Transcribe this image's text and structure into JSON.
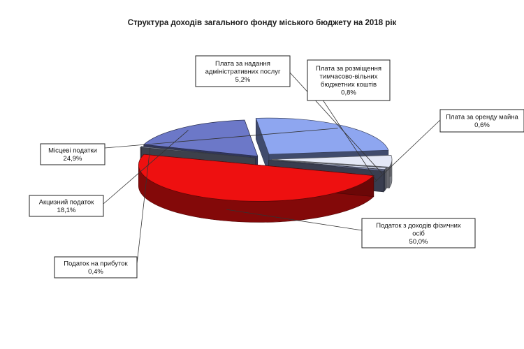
{
  "chart_data": {
    "type": "pie",
    "title": "Структура доходів загального фонду міського бюджету на 2018 рік",
    "slices": [
      {
        "label_lines": [
          "Податок з доходів фізичних",
          "осіб"
        ],
        "value_text": "50,0%",
        "value": 50.0,
        "color": "#ee1010"
      },
      {
        "label_lines": [
          "Податок на прибуток"
        ],
        "value_text": "0,4%",
        "value": 0.4,
        "color": "#8890a8"
      },
      {
        "label_lines": [
          "Акцизний податок"
        ],
        "value_text": "18,1%",
        "value": 18.1,
        "color": "#6c78c8"
      },
      {
        "label_lines": [
          "Місцеві податки"
        ],
        "value_text": "24,9%",
        "value": 24.9,
        "color": "#8ea6f0"
      },
      {
        "label_lines": [
          "Плата за надання",
          "адміністративних послуг"
        ],
        "value_text": "5,2%",
        "value": 5.2,
        "color": "#e4e8f6"
      },
      {
        "label_lines": [
          "Плата за розміщення",
          "тимчасово-вільних",
          "бюджетних коштів"
        ],
        "value_text": "0,8%",
        "value": 0.8,
        "color": "#d0d6ea"
      },
      {
        "label_lines": [
          "Плата за оренду майна"
        ],
        "value_text": "0,6%",
        "value": 0.6,
        "color": "#7f88b0"
      }
    ]
  }
}
